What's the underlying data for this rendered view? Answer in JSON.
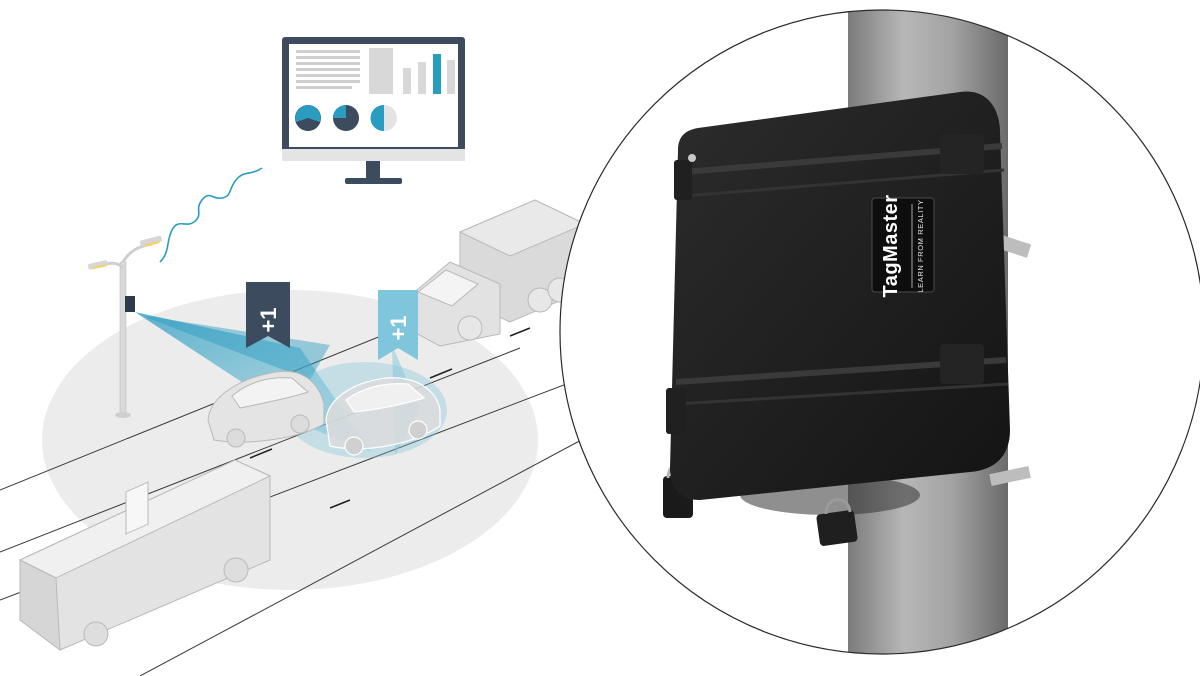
{
  "illustration": {
    "count_badge_dark": "+1",
    "count_badge_light": "+1"
  },
  "device": {
    "brand": "TagMaster",
    "tagline": "LEARN FROM REALITY"
  },
  "colors": {
    "accent_blue": "#2a9cc0",
    "beam_blue": "#7fc6dc",
    "dark_navy": "#3c4b5e",
    "vehicle_grey": "#d6d6d6",
    "case_black": "#1c1c1c"
  }
}
